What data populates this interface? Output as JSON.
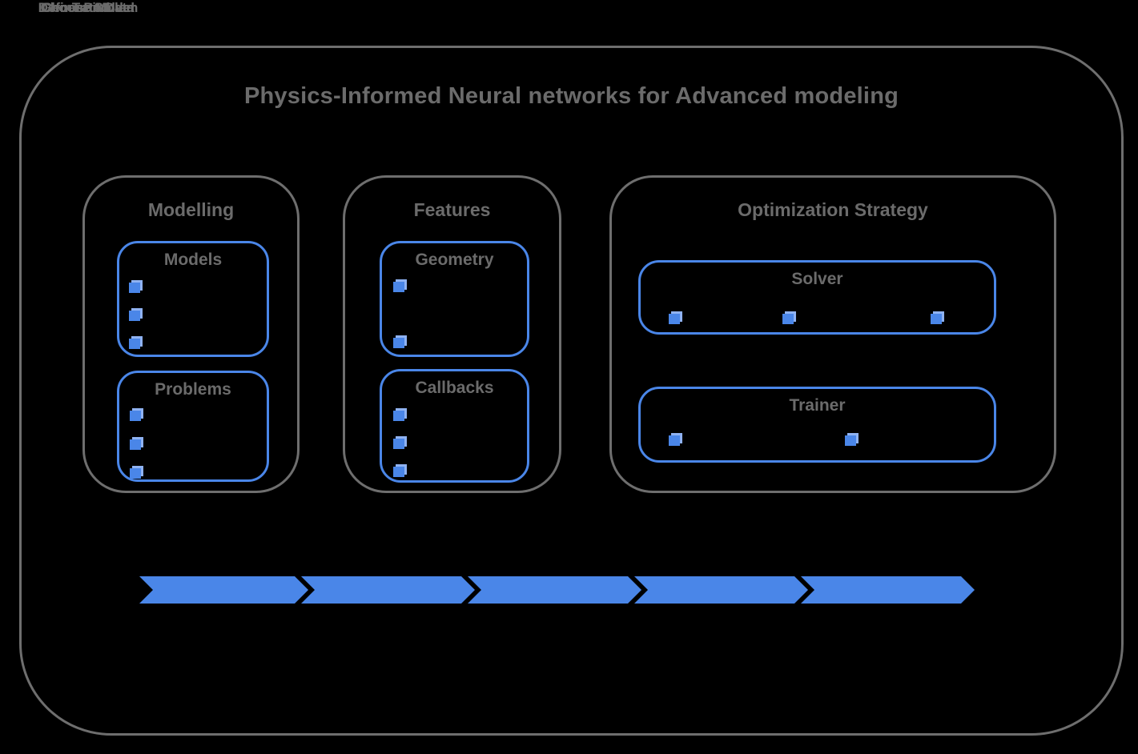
{
  "title": "Physics-Informed Neural networks for Advanced modeling",
  "panels": [
    {
      "title": "Modelling",
      "boxes": [
        {
          "title": "Models",
          "bullet_count": 3,
          "bullet_icon": "cube-bullet-icon"
        },
        {
          "title": "Problems",
          "bullet_count": 3,
          "bullet_icon": "cube-bullet-icon"
        }
      ]
    },
    {
      "title": "Features",
      "boxes": [
        {
          "title": "Geometry",
          "bullet_count": 2,
          "bullet_icon": "cube-bullet-icon"
        },
        {
          "title": "Callbacks",
          "bullet_count": 3,
          "bullet_icon": "cube-bullet-icon"
        }
      ]
    },
    {
      "title": "Optimization Strategy",
      "boxes": [
        {
          "title": "Solver",
          "bullet_count": 3,
          "bullet_icon": "cube-bullet-icon"
        },
        {
          "title": "Trainer",
          "bullet_count": 2,
          "bullet_icon": "cube-bullet-icon"
        }
      ]
    }
  ],
  "flow": {
    "steps": [
      "Define Problem",
      "Generate Data",
      "Choose Model",
      "Choose Solver",
      "Train"
    ]
  },
  "colors": {
    "accent_blue": "#4a86e8",
    "cube_highlight": "#8fb2f2",
    "line_gray": "#6e6e6e",
    "text_gray": "#6b6b6b",
    "background": "#000000"
  }
}
